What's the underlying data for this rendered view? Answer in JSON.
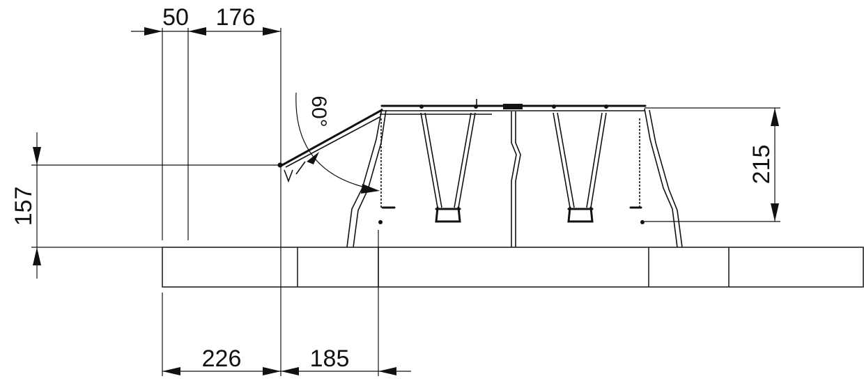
{
  "dimensions": {
    "top_left": "50",
    "top_right": "176",
    "left_height": "157",
    "right_height": "215",
    "bottom_left": "226",
    "bottom_right": "185"
  },
  "angle_label": "60°"
}
